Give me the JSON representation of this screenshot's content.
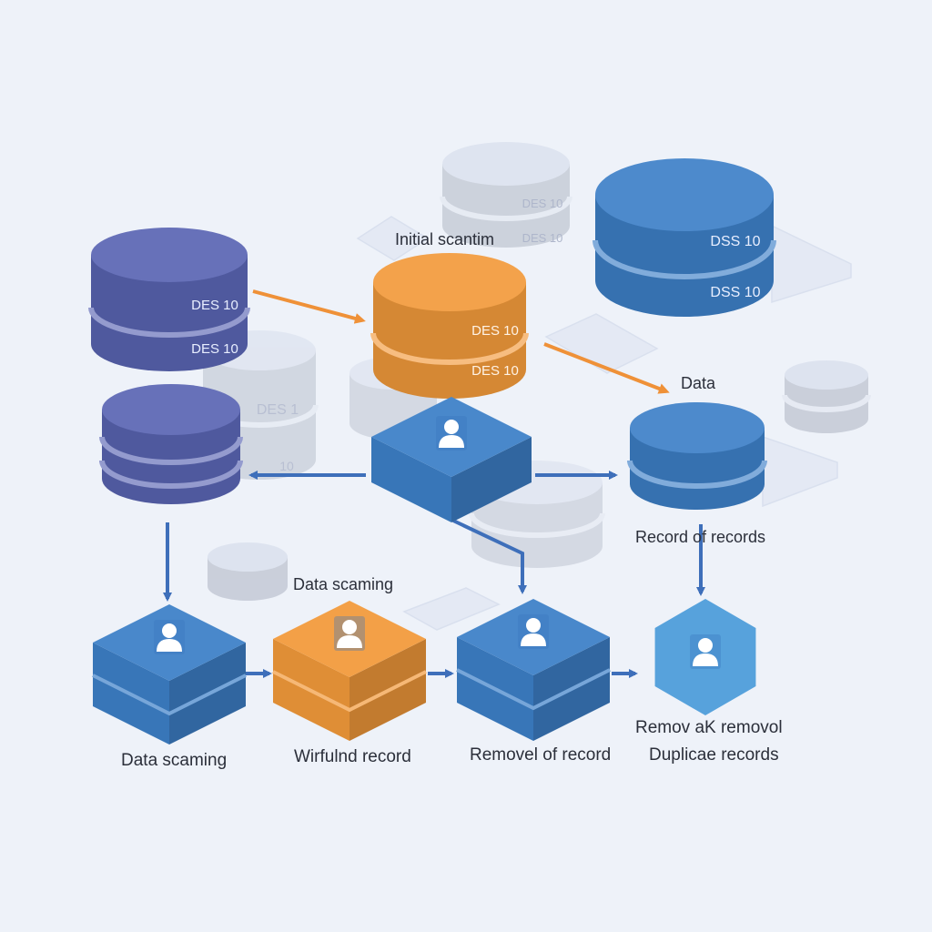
{
  "diagram": {
    "labels": {
      "initial": "Initial scantim",
      "data_right": "Data",
      "record_of_records": "Record of records",
      "data_scaming_mid": "Data scaming",
      "data_scaming_bottom": "Data scaming",
      "wirfulnd_record": "Wirfulnd record",
      "removel_of_record": "Removel of record",
      "remov_line1": "Remov aK removol",
      "remov_line2": "Duplicae records"
    },
    "cylinder_codes": {
      "left_top_a": "DES 10",
      "left_top_b": "DES 10",
      "orange_a": "DES 10",
      "orange_b": "DES 10",
      "right_top_a": "DSS 10",
      "right_top_b": "DSS 10",
      "ghost_top_a": "DES 10",
      "ghost_top_b": "DES 10",
      "ghost_left_a": "DES 1",
      "ghost_left_b": "10"
    },
    "colors": {
      "background": "#eef2f9",
      "indigo": "#5a65b3",
      "blue": "#3d80c8",
      "light_blue": "#57a2dc",
      "orange": "#f29a3b",
      "ghost": "#d4dbea",
      "arrow_blue": "#3e6fba",
      "arrow_orange": "#ef9138"
    },
    "icons": {
      "node_icon": "person-icon"
    }
  }
}
